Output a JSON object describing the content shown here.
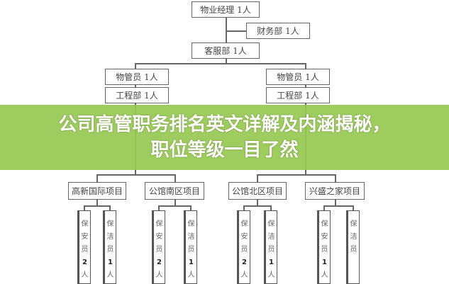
{
  "chart": {
    "top": "物业经理 1人",
    "finance": "财务部 1人",
    "service": "客服部 1人",
    "managers": [
      "物管员 1人",
      "物管员 1人"
    ],
    "engineering": [
      "工程部 1人",
      "工程部 1人"
    ],
    "projects": [
      {
        "name": "高新国际项目",
        "staff": [
          {
            "role": "保安员",
            "count": "2",
            "unit": "人"
          },
          {
            "role": "保洁员",
            "count": "1",
            "unit": "人"
          }
        ]
      },
      {
        "name": "公馆南区项目",
        "staff": [
          {
            "role": "保安员",
            "count": "2",
            "unit": "人"
          },
          {
            "role": "保洁员",
            "count": "1",
            "unit": "人"
          }
        ]
      },
      {
        "name": "公馆北区项目",
        "staff": [
          {
            "role": "保安员",
            "count": "2",
            "unit": "人"
          },
          {
            "role": "保洁员",
            "count": "1",
            "unit": "人"
          }
        ]
      },
      {
        "name": "兴盛之家项目",
        "staff": [
          {
            "role": "保安员",
            "count": "1",
            "unit": "人"
          },
          {
            "role": "保洁员",
            "count": "",
            "unit": ""
          }
        ]
      }
    ]
  },
  "banner": {
    "line1": "公司高管职务排名英文详解及内涵揭秘，",
    "line2": "职位等级一目了然"
  }
}
